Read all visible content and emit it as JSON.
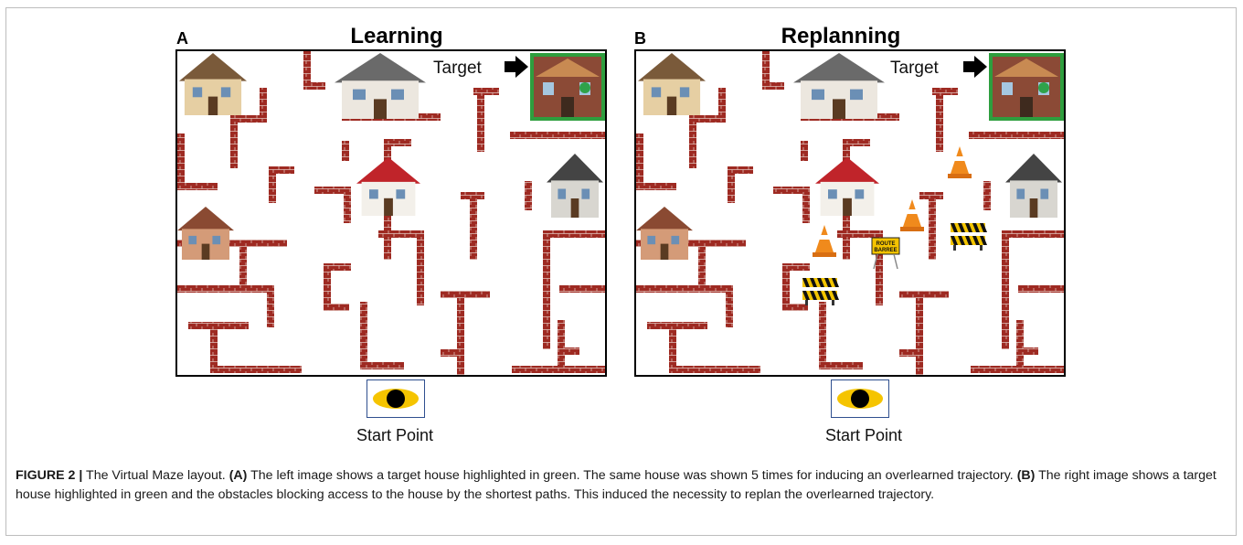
{
  "panels": [
    {
      "letter": "A",
      "title": "Learning",
      "target_label": "Target",
      "start_label": "Start Point"
    },
    {
      "letter": "B",
      "title": "Replanning",
      "target_label": "Target",
      "start_label": "Start Point"
    }
  ],
  "sign_text": [
    "ROUTE",
    "BARREE"
  ],
  "colors": {
    "brick": "#9e2a22",
    "target_highlight": "#2e9e3e",
    "eye": "#f5c400",
    "start_box_border": "#2f4f8f"
  },
  "caption": {
    "figure_label": "FIGURE 2 |",
    "intro": " The Virtual Maze layout. ",
    "a_label": "(A)",
    "a_text": " The left image shows a target house highlighted in green. The same house was shown 5 times for inducing an overlearned trajectory. ",
    "b_label": "(B)",
    "b_text": " The right image shows a target house highlighted in green and the obstacles blocking access to the house by the shortest paths. This induced the necessity to replan the overlearned trajectory."
  }
}
